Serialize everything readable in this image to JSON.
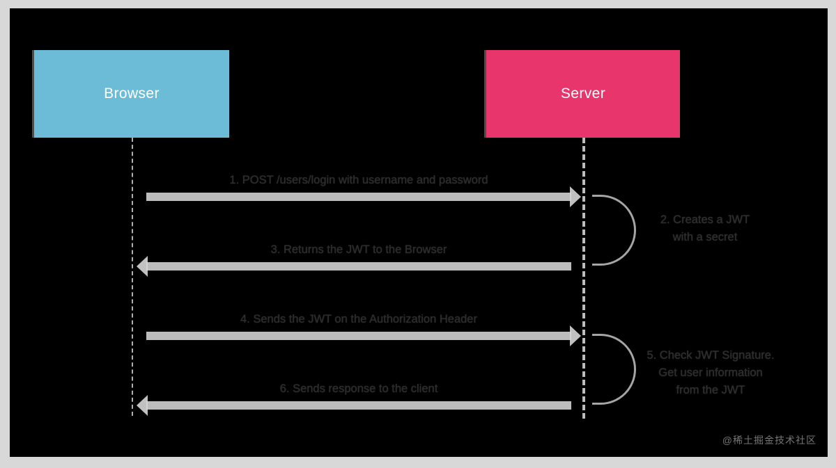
{
  "diagram": {
    "type": "sequence-diagram",
    "background_color": "#000000",
    "frame_color": "#d8d8d8",
    "participants": [
      {
        "id": "browser",
        "label": "Browser",
        "color": "#6cbcd8"
      },
      {
        "id": "server",
        "label": "Server",
        "color": "#e8366c"
      }
    ],
    "messages": [
      {
        "number": "1",
        "label": "1. POST /users/login with username and password",
        "from": "browser",
        "to": "server",
        "direction": "right"
      },
      {
        "number": "3",
        "label": "3. Returns the JWT to the Browser",
        "from": "server",
        "to": "browser",
        "direction": "left"
      },
      {
        "number": "4",
        "label": "4. Sends the JWT on the Authorization Header",
        "from": "browser",
        "to": "server",
        "direction": "right"
      },
      {
        "number": "6",
        "label": "6. Sends response to the client",
        "from": "server",
        "to": "browser",
        "direction": "left"
      }
    ],
    "self_messages": [
      {
        "number": "2",
        "label": "2. Creates a JWT\nwith a secret",
        "on": "server"
      },
      {
        "number": "5",
        "label": "5. Check JWT Signature.\nGet user information\nfrom the JWT",
        "on": "server"
      }
    ],
    "watermark": "@稀土掘金技术社区"
  }
}
